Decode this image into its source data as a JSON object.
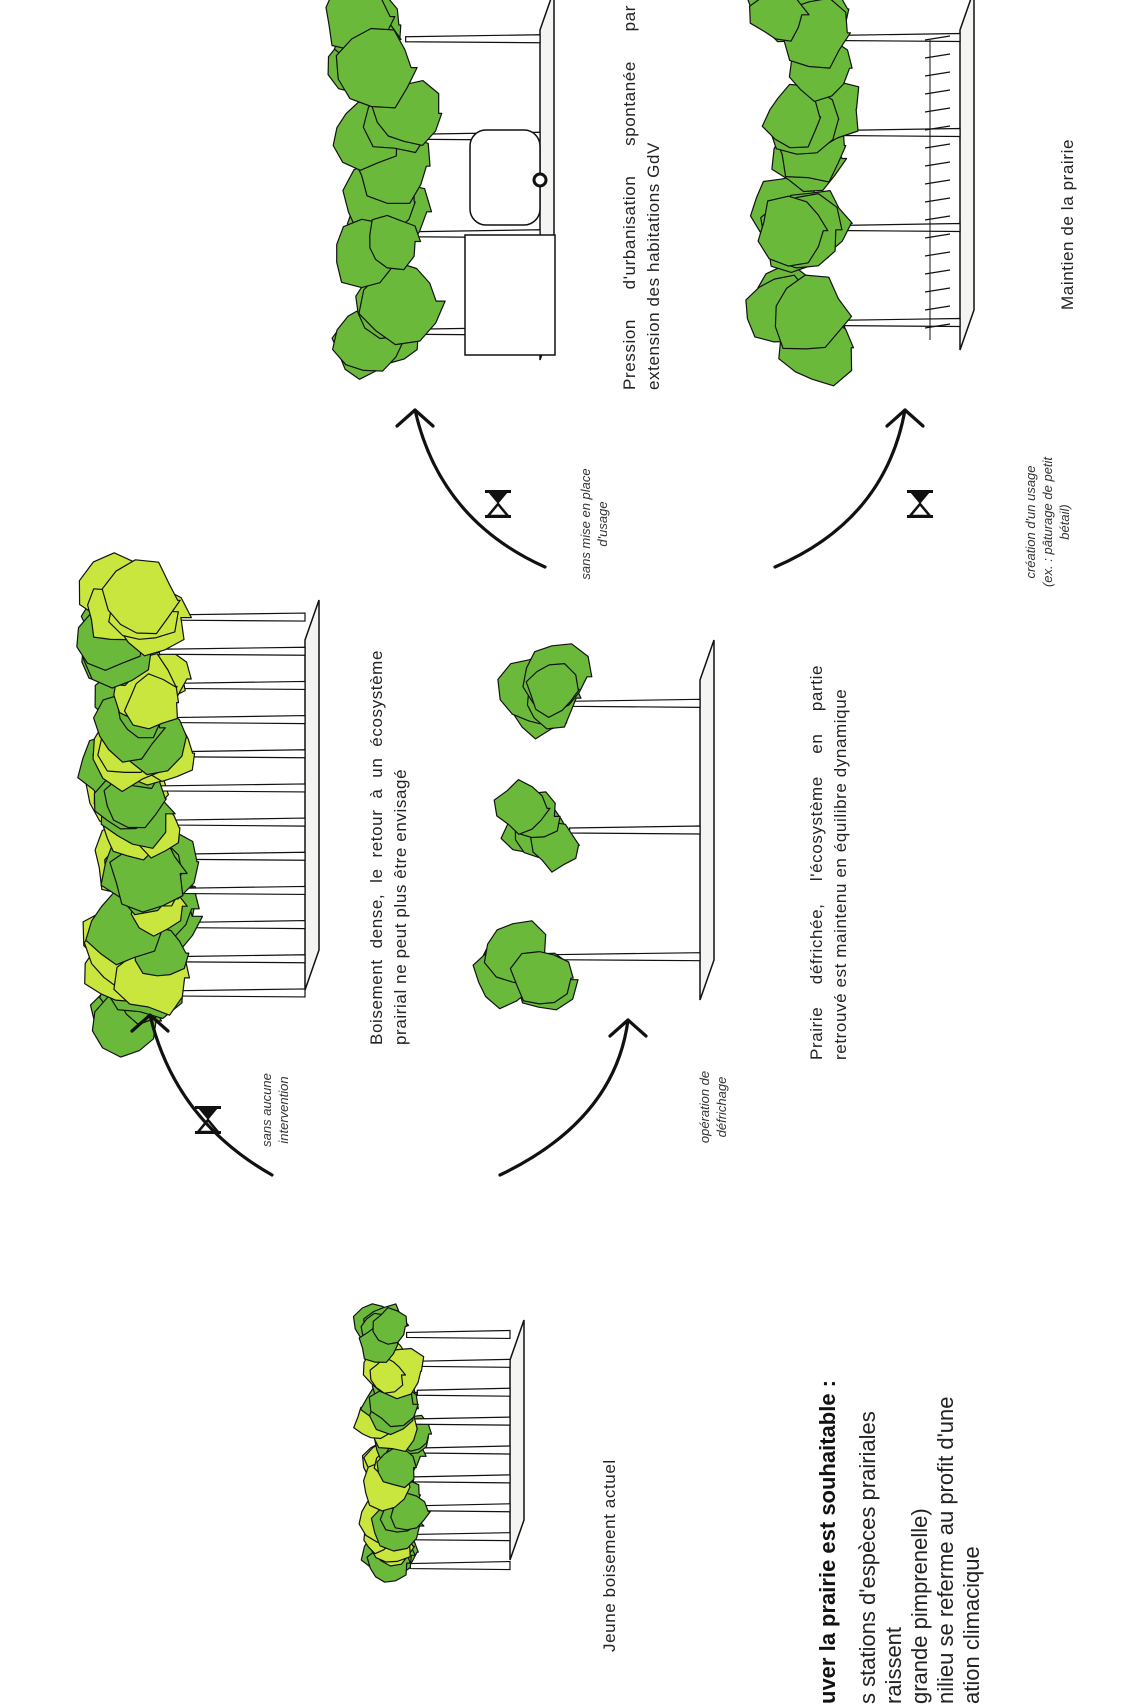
{
  "scenes": [
    {
      "label": "Jeune boisement actuel"
    },
    {
      "label": "Boisement dense, le retour à un écosystème prairial ne peut plus être envisagé"
    },
    {
      "label": "Prairie défrichée, l'écosystème en partie retrouvé est maintenu en équilibre dynamique"
    },
    {
      "label": "Pression d'urbanisation spontanée par extension des habitations GdV"
    },
    {
      "label": "Maintien de la prairie"
    }
  ],
  "arrows": [
    {
      "caption": "sans aucune intervention",
      "icon": "hourglass-icon"
    },
    {
      "caption": "opération de défrichage",
      "icon": ""
    },
    {
      "caption": "sans mise en place d'usage",
      "icon": "hourglass-icon"
    },
    {
      "caption": "création d'un usage (ex. : pâturage de petit bétail)",
      "icon": "hourglass-icon"
    }
  ],
  "note": {
    "heading": "uver la prairie est souhaitable :",
    "lines": [
      "s stations d'espèces prairiales",
      "raissent",
      "grande pimprenelle)",
      "",
      "nilieu se referme au profit d'une",
      "ation climacique"
    ]
  },
  "colors": {
    "tree_dark": "#6bb93b",
    "tree_light": "#c9e63e",
    "outline": "#111111",
    "ground": "#f4f4f2"
  }
}
